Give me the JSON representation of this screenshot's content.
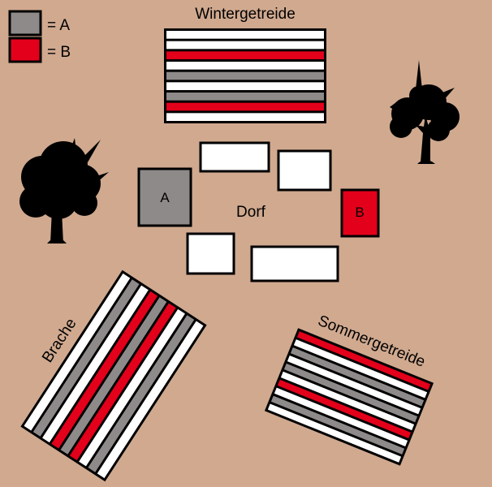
{
  "colors": {
    "background": "#d0a98f",
    "owner_a": "#8e8a89",
    "owner_b": "#e3001b",
    "empty": "#ffffff",
    "outline": "#000000",
    "tree": "#000000"
  },
  "legend": {
    "items": [
      {
        "key": "A",
        "label": "= A",
        "color": "#8e8a89"
      },
      {
        "key": "B",
        "label": "= B",
        "color": "#e3001b"
      }
    ]
  },
  "village": {
    "label": "Dorf",
    "houses": [
      {
        "owner": "A",
        "label": "A"
      },
      {
        "owner": "none",
        "label": ""
      },
      {
        "owner": "none",
        "label": ""
      },
      {
        "owner": "B",
        "label": "B"
      },
      {
        "owner": "none",
        "label": ""
      },
      {
        "owner": "none",
        "label": ""
      }
    ]
  },
  "fields": [
    {
      "name": "winter",
      "label": "Wintergetreide",
      "strips": [
        "none",
        "none",
        "B",
        "none",
        "A",
        "none",
        "A",
        "B",
        "none"
      ]
    },
    {
      "name": "fallow",
      "label": "Brache",
      "strips": [
        "none",
        "A",
        "none",
        "B",
        "A",
        "B",
        "none",
        "A",
        "none"
      ]
    },
    {
      "name": "summer",
      "label": "Sommergetreide",
      "strips": [
        "B",
        "none",
        "A",
        "none",
        "A",
        "none",
        "B",
        "none",
        "A",
        "none"
      ]
    }
  ],
  "trees": [
    {
      "name": "tree-left",
      "color": "#000000"
    },
    {
      "name": "tree-right",
      "color": "#000000"
    }
  ]
}
